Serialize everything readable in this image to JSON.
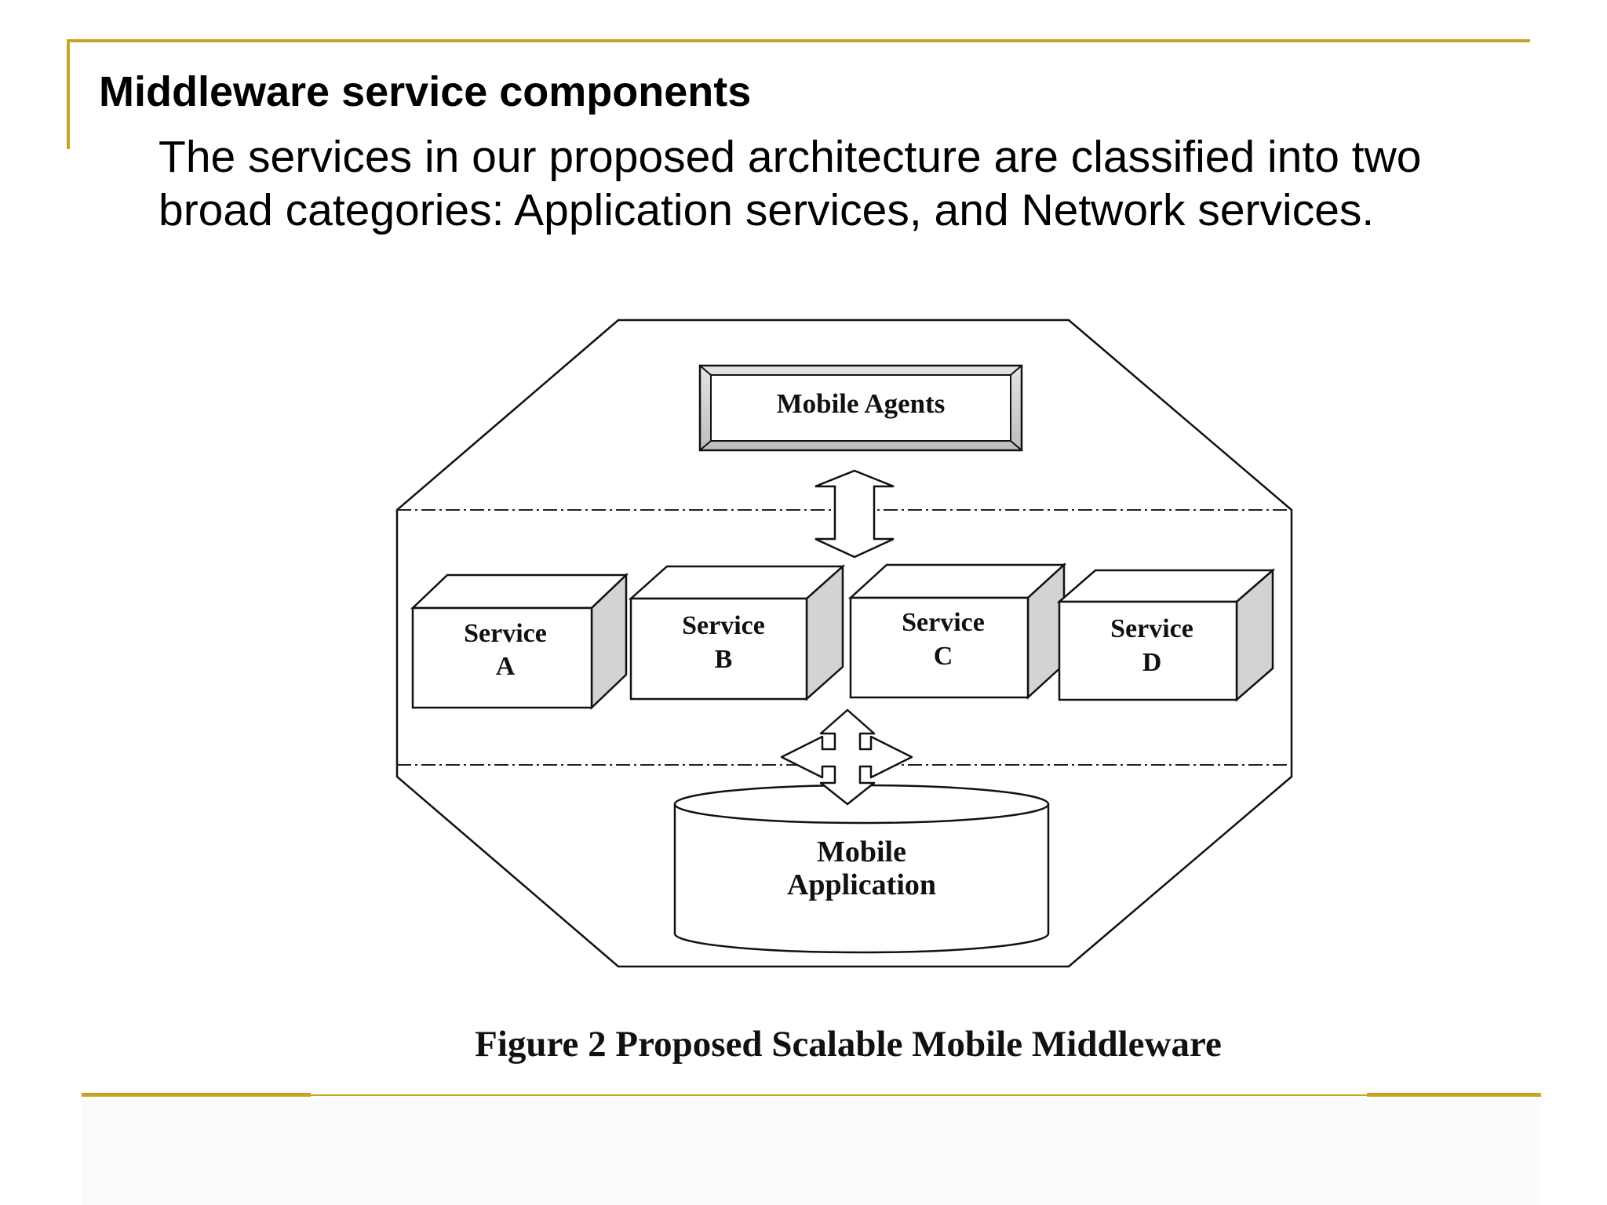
{
  "slide": {
    "title": "Middleware service components",
    "body": "The services in our proposed architecture are classified into two broad categories: Application services, and Network services.",
    "accent_color": "#c9a227"
  },
  "diagram": {
    "top_box": "Mobile Agents",
    "services": [
      {
        "label": "Service",
        "letter": "A"
      },
      {
        "label": "Service",
        "letter": "B"
      },
      {
        "label": "Service",
        "letter": "C"
      },
      {
        "label": "Service",
        "letter": "D"
      }
    ],
    "database": {
      "line1": "Mobile",
      "line2": "Application"
    },
    "caption": "Figure 2 Proposed Scalable Mobile Middleware"
  }
}
